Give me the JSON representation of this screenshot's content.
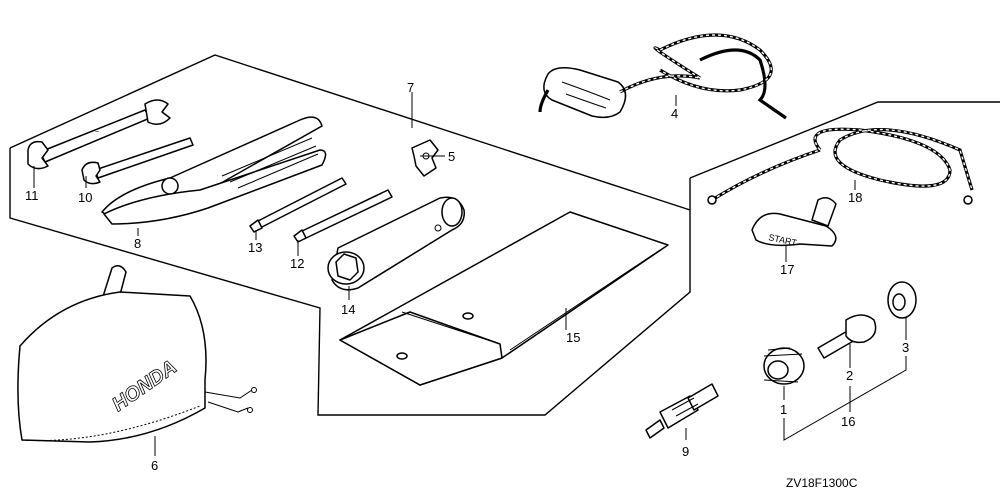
{
  "diagram": {
    "part_code": "ZV18F1300C",
    "callouts": {
      "c1": "1",
      "c2": "2",
      "c3": "3",
      "c4": "4",
      "c5": "5",
      "c6": "6",
      "c7": "7",
      "c8": "8",
      "c9": "9",
      "c10": "10",
      "c11": "11",
      "c12": "12",
      "c13": "13",
      "c14": "14",
      "c15": "15",
      "c16": "16",
      "c17": "17",
      "c18": "18"
    },
    "cover_text": "HONDA",
    "handle_text": "START"
  }
}
